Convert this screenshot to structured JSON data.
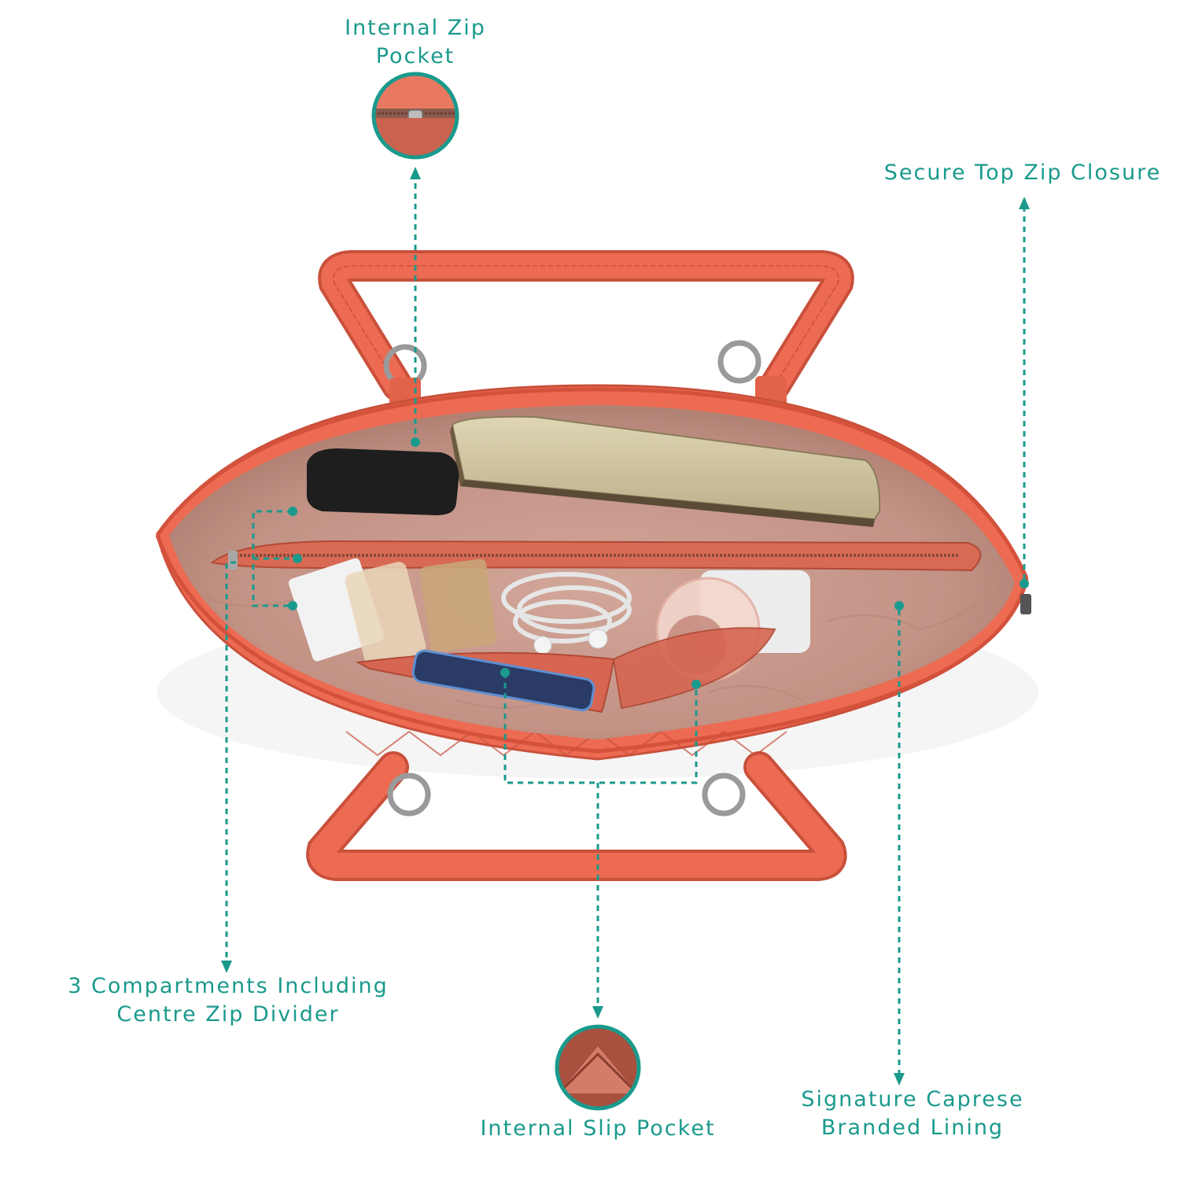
{
  "colors": {
    "accent": "#1a9a8c",
    "bag_leather": "#ec6b52",
    "bag_leather_dark": "#c9503b",
    "lining": "#c99b8e",
    "lining_dark": "#a87a6c",
    "background": "#ffffff"
  },
  "callouts": {
    "internal_zip_pocket": {
      "line1": "Internal Zip",
      "line2": "Pocket"
    },
    "secure_top_zip": {
      "line1": "Secure Top Zip Closure"
    },
    "compartments": {
      "line1": "3 Compartments Including",
      "line2": "Centre Zip Divider"
    },
    "internal_slip_pocket": {
      "line1": "Internal Slip Pocket"
    },
    "branded_lining": {
      "line1": "Signature Caprese",
      "line2": "Branded Lining"
    }
  }
}
